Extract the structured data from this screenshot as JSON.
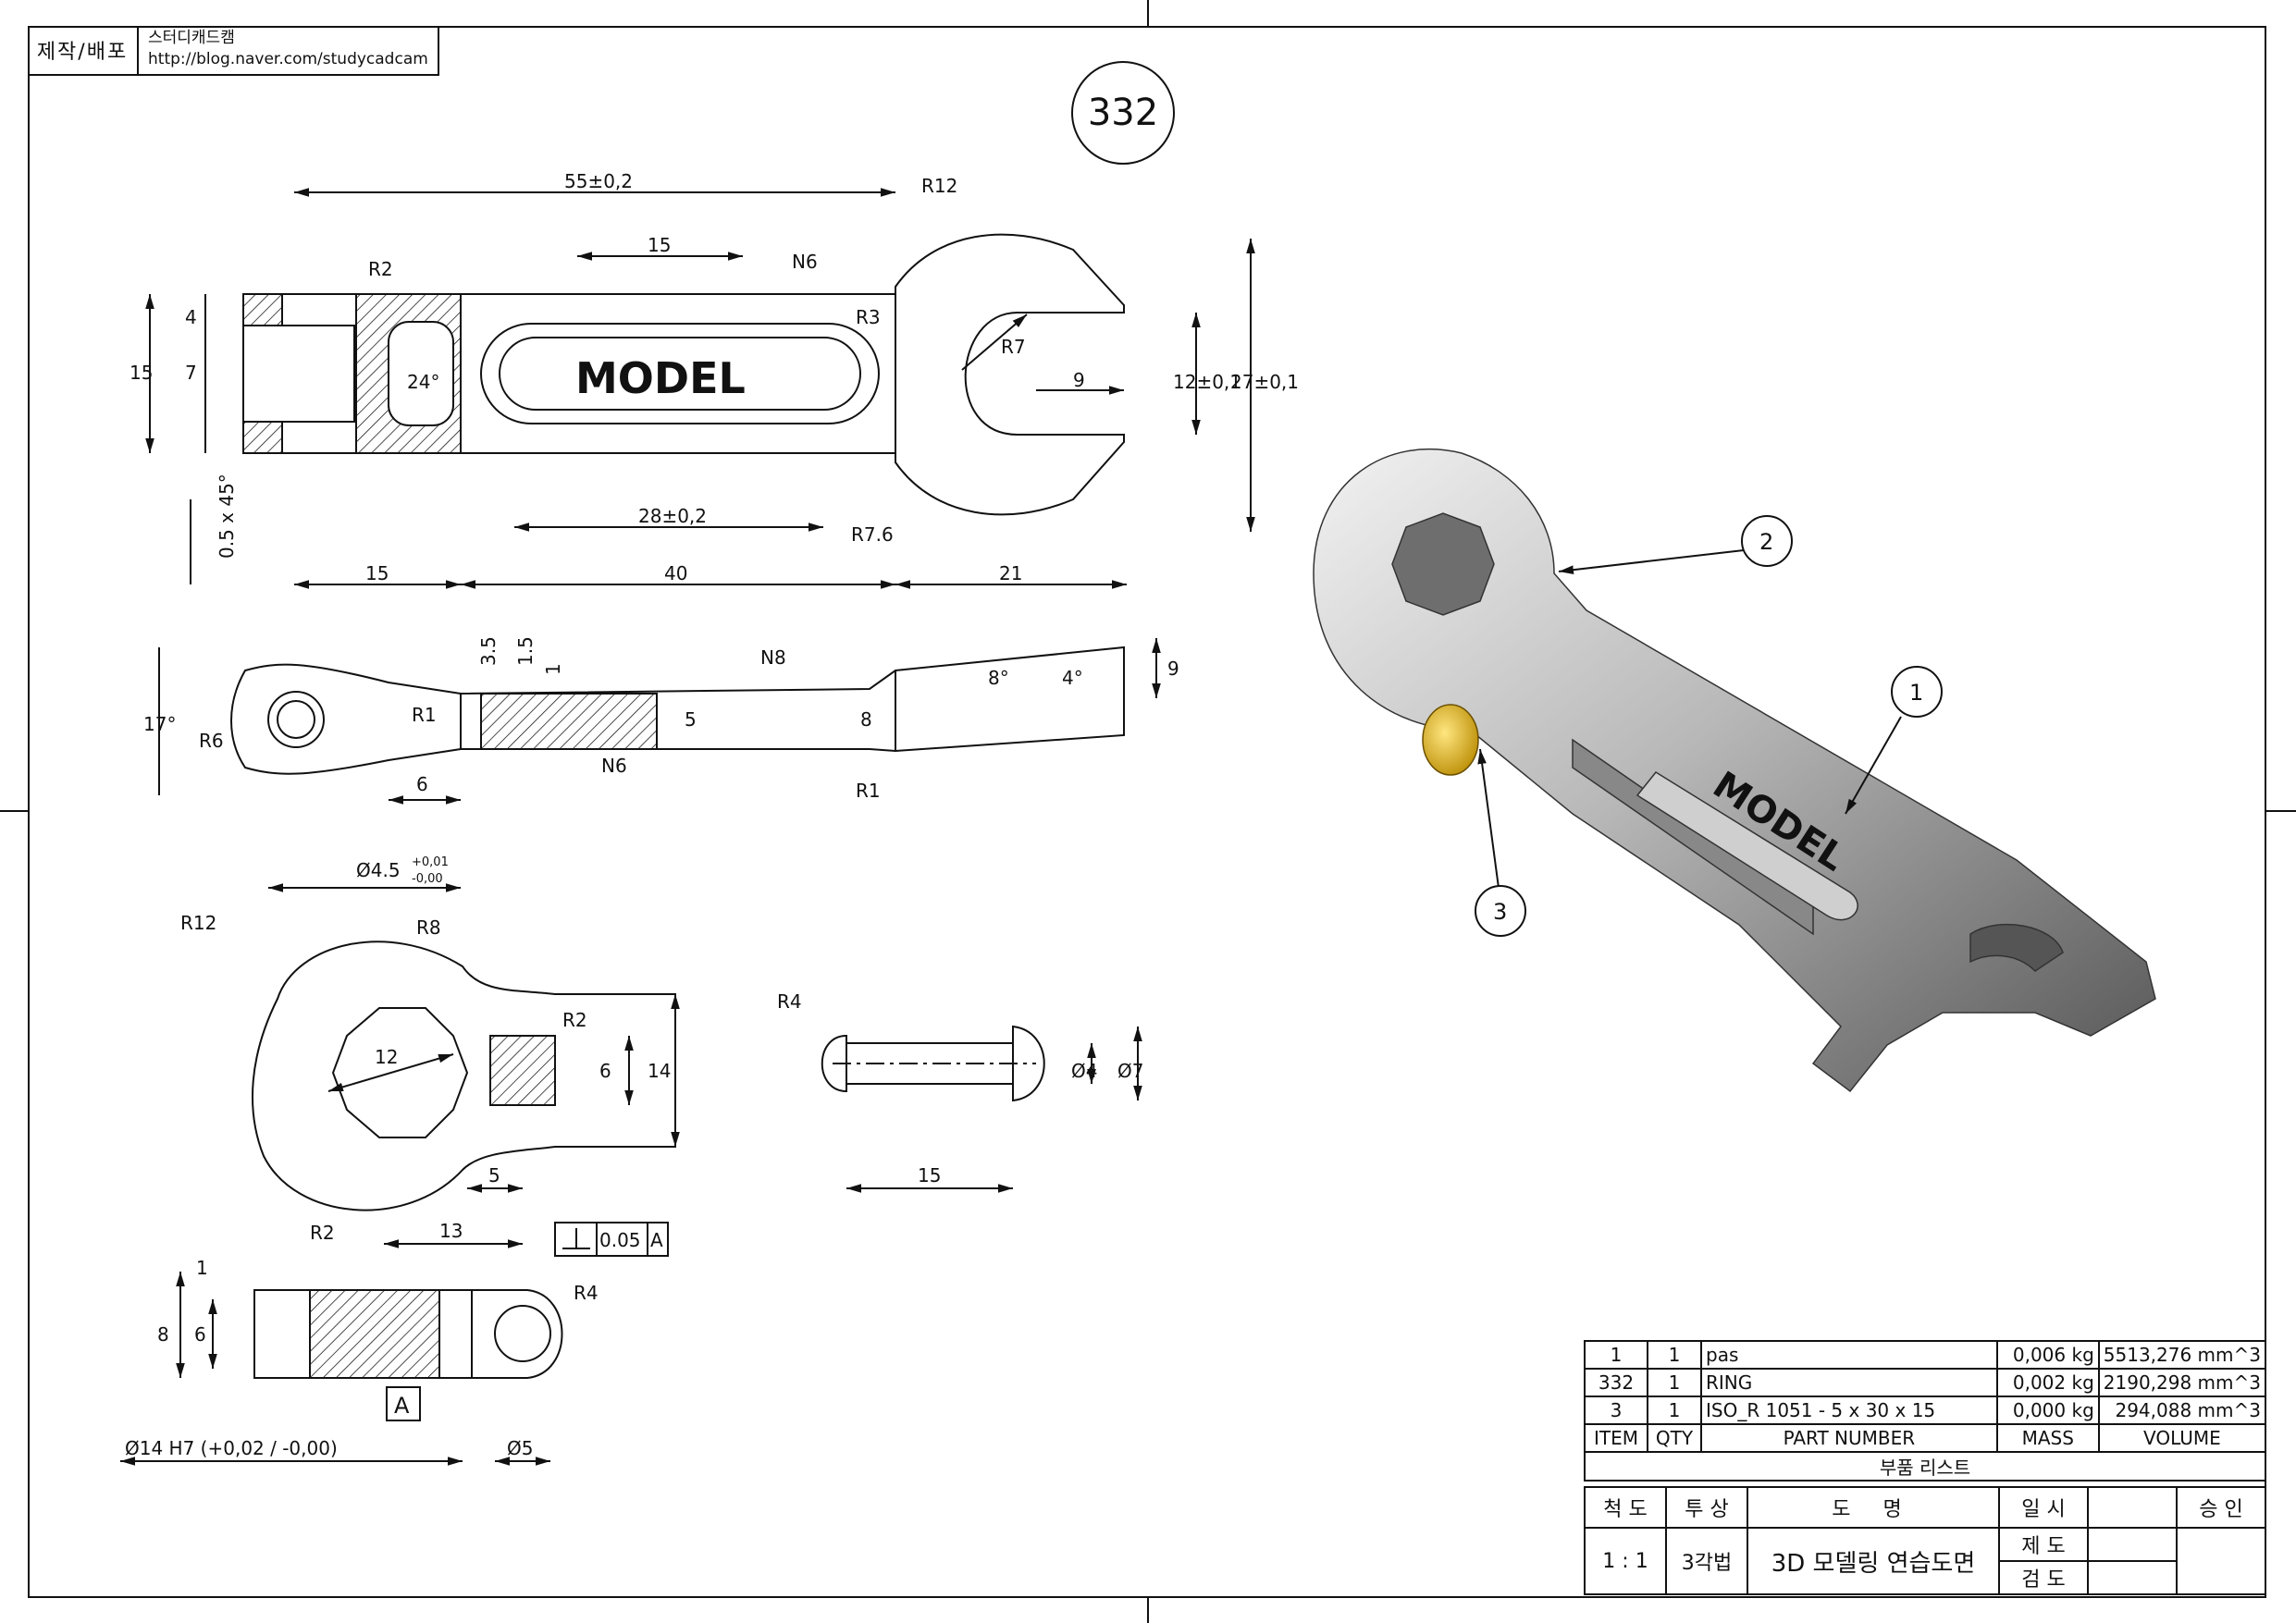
{
  "header": {
    "label": "제작/배포",
    "org": "스터디캐드캠",
    "url": "http://blog.naver.com/studycadcam"
  },
  "drawing_number": "332",
  "dimensions": {
    "top_view": [
      "55±0,2",
      "15",
      "N6",
      "R12",
      "R2",
      "R3",
      "R7",
      "24°",
      "MODEL",
      "8",
      "3.5",
      "6",
      "9",
      "12±0,1",
      "27±0,1",
      "15",
      "4",
      "7",
      "0.5 x 45°",
      "28±0,2",
      "R7.6",
      "15",
      "40",
      "21"
    ],
    "side_view": [
      "3.5",
      "1.5",
      "1",
      "N8",
      "8°",
      "4°",
      "9",
      "17°",
      "R6",
      "R1",
      "5",
      "8",
      "R1",
      "N6",
      "6",
      "Ø4.5",
      "+0,01",
      "-0,00"
    ],
    "ring_view": [
      "R12",
      "R8",
      "R2",
      "12",
      "6",
      "14",
      "5",
      "R2",
      "13",
      "0.05",
      "A"
    ],
    "pin_view": [
      "R4",
      "Ø4",
      "Ø7",
      "15"
    ],
    "ring_side": [
      "1",
      "8",
      "6",
      "R4",
      "A",
      "Ø14 H7 (+0,02 / -0,00)",
      "Ø5"
    ]
  },
  "balloons": [
    "1",
    "2",
    "3"
  ],
  "parts_list": {
    "rows": [
      {
        "item": "1",
        "qty": "1",
        "part": "pas",
        "mass": "0,006 kg",
        "volume": "5513,276 mm^3"
      },
      {
        "item": "332",
        "qty": "1",
        "part": "RING",
        "mass": "0,002 kg",
        "volume": "2190,298 mm^3"
      },
      {
        "item": "3",
        "qty": "1",
        "part": "ISO_R 1051 - 5 x 30 x 15",
        "mass": "0,000 kg",
        "volume": "294,088 mm^3"
      }
    ],
    "headers": {
      "item": "ITEM",
      "qty": "QTY",
      "part": "PART NUMBER",
      "mass": "MASS",
      "volume": "VOLUME"
    },
    "caption": "부품 리스트"
  },
  "title_block": {
    "scale_label": "척 도",
    "projection_label": "투 상",
    "name_label": "도 명",
    "date_label": "일 시",
    "approve_label": "승 인",
    "scale": "1 : 1",
    "projection": "3각법",
    "name": "3D 모델링 연습도면",
    "drawn_label": "제 도",
    "checked_label": "검 도"
  },
  "colors": {
    "line": "#111111",
    "pin_yellow": "#e8b400",
    "metal": "#9a9a9a"
  }
}
